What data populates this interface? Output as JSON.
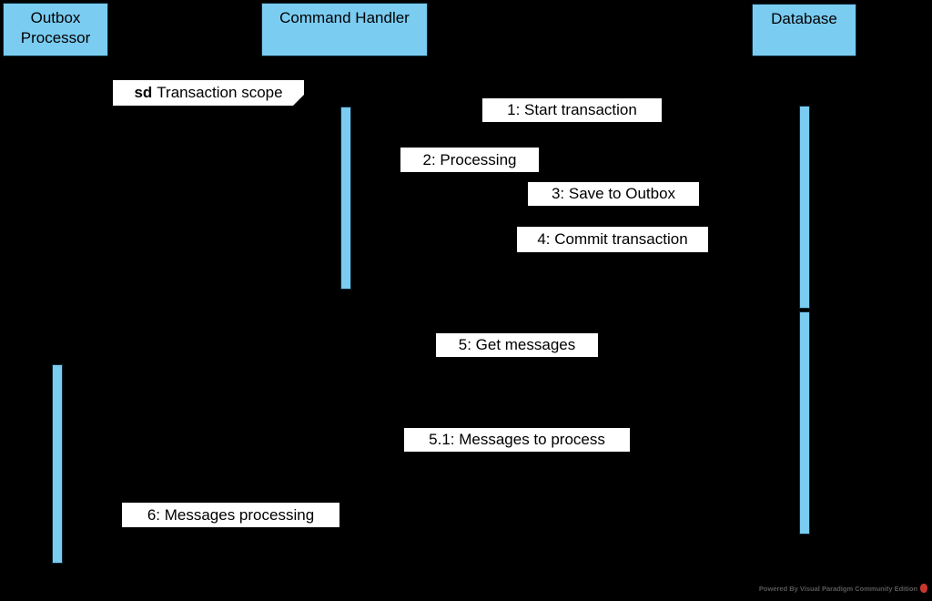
{
  "diagram": {
    "type": "uml-sequence-diagram",
    "background_color": "#000000",
    "lifelines": [
      {
        "id": "outbox-processor",
        "label": "Outbox Processor"
      },
      {
        "id": "command-handler",
        "label": "Command Handler"
      },
      {
        "id": "database",
        "label": "Database"
      }
    ],
    "fragment": {
      "operator": "sd",
      "name": "Transaction scope"
    },
    "messages": [
      {
        "seq": "1",
        "label": "1: Start transaction"
      },
      {
        "seq": "2",
        "label": "2: Processing"
      },
      {
        "seq": "3",
        "label": "3: Save to Outbox"
      },
      {
        "seq": "4",
        "label": "4: Commit transaction"
      },
      {
        "seq": "5",
        "label": "5: Get messages"
      },
      {
        "seq": "5.1",
        "label": "5.1: Messages to process"
      },
      {
        "seq": "6",
        "label": "6: Messages processing"
      }
    ],
    "colors": {
      "lifeline_fill": "#7accf1",
      "message_label_background": "#ffffff",
      "text": "#000000",
      "watermark_text": "#595959",
      "watermark_logo": "#c8362e"
    },
    "watermark": {
      "text": "Powered By Visual Paradigm Community Edition"
    }
  }
}
